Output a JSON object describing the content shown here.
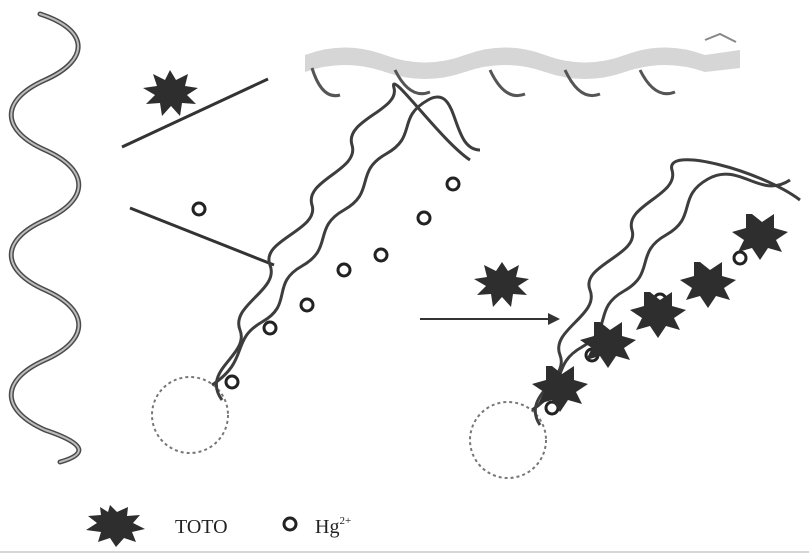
{
  "legend": {
    "toto_label": "TOTO",
    "hg_label": "Hg",
    "hg_charge": "2+"
  },
  "colors": {
    "strand": "#4a4a4a",
    "dye": "#2e2e2e",
    "arrow": "#333333",
    "faded_helix": "#c9c9c9",
    "hg_ring": "#222222"
  },
  "icons": {
    "toto": "dark-starburst",
    "hg": "small-ring"
  }
}
